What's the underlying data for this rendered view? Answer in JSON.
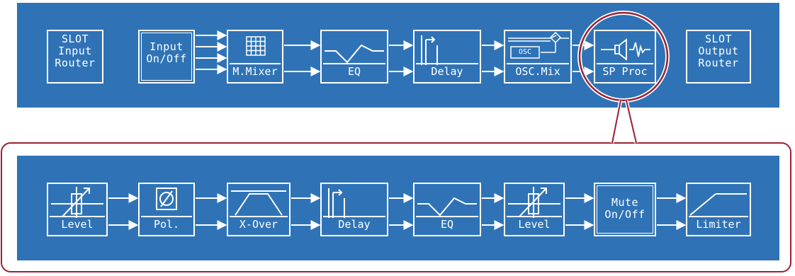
{
  "colors": {
    "panel": "#2f73b6",
    "line": "#ffffff",
    "highlight": "#9c2034"
  },
  "top_chain": {
    "slot_input_router": "SLOT\nInput\nRouter",
    "input_on_off": "Input\nOn/Off",
    "m_mixer": "M.Mixer",
    "eq": "EQ",
    "delay": "Delay",
    "osc_mix": "OSC.Mix",
    "osc_badge": "OSC",
    "sp_proc": "SP Proc",
    "slot_output_router": "SLOT\nOutput\nRouter"
  },
  "sp_chain": {
    "level_1": "Level",
    "polarity": "Pol.",
    "x_over": "X-Over",
    "delay": "Delay",
    "eq": "EQ",
    "level_2": "Level",
    "mute_on_off": "Mute\nOn/Off",
    "limiter": "Limiter"
  },
  "icons": {
    "m_mixer": "grid-icon",
    "eq": "eq-curve-icon",
    "delay": "delay-icon",
    "osc_mix": "oscillator-icon",
    "sp_proc": "speaker-icon",
    "level": "level-fader-icon",
    "polarity": "polarity-icon",
    "x_over": "crossover-icon",
    "limiter": "limiter-icon"
  }
}
